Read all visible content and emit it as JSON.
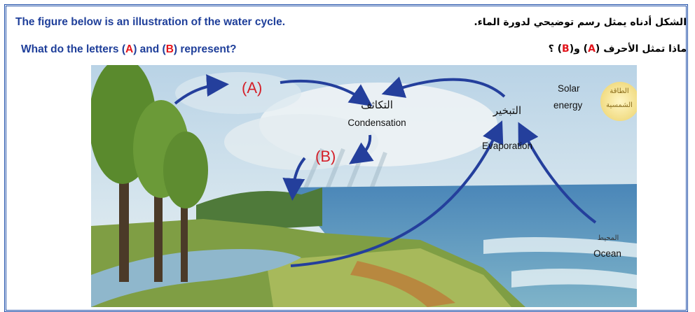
{
  "question": {
    "en_line1": "The figure below is an illustration of the water cycle.",
    "en_line2_before_a": "What do the letters (",
    "en_letter_a": "A",
    "en_between": ") and (",
    "en_letter_b": "B",
    "en_after_b": ") represent?",
    "ar_line1": "الشكل أدناه يمثل رسم توضيحي لدورة الماء.",
    "ar_line2_before_a": "ماذا تمثل الأحرف (",
    "ar_letter_a": "A",
    "ar_between": ") و(",
    "ar_letter_b": "B",
    "ar_after_b": ") ؟"
  },
  "figure": {
    "label_a": "(A)",
    "label_b": "(B)",
    "condensation_ar": "التكاثف",
    "condensation_en": "Condensation",
    "evaporation_ar": "التبخير",
    "evaporation_en": "Evaporation",
    "solar_en_1": "Solar",
    "solar_en_2": "energy",
    "solar_ar_1": "الطاقة",
    "solar_ar_2": "الشمسية",
    "ocean_ar": "المحيط",
    "ocean_en": "Ocean"
  },
  "colors": {
    "heading_blue": "#1f3f9a",
    "letter_red": "#e3141b",
    "arrow_blue": "#243f9c",
    "frame_blue": "#1f4fa8"
  }
}
